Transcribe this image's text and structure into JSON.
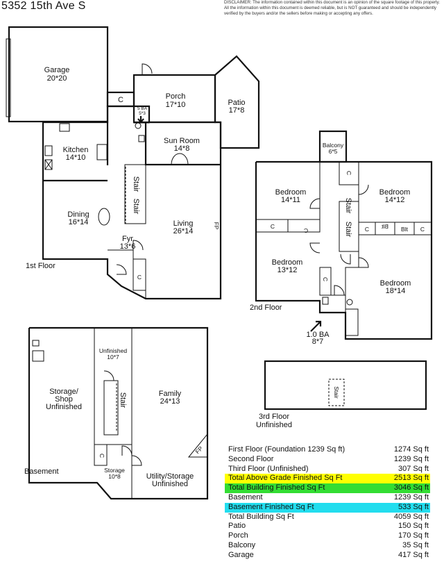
{
  "header": {
    "address": "5352 15th Ave S",
    "disclaimer": "DISCLAIMER: The information contained within this document is an opinion of the square footage of this property. All the information within this document is deemed reliable, but is NOT guaranteed and should be independently verified by the buyers and/or the sellers before making or accepting any offers."
  },
  "first_floor": {
    "label": "1st Floor",
    "garage": {
      "name": "Garage",
      "size": "20*20"
    },
    "porch": {
      "name": "Porch",
      "size": "17*10"
    },
    "patio": {
      "name": "Patio",
      "size": "17*8"
    },
    "bath": {
      "name": "5 BA",
      "size": "5*3"
    },
    "kitchen": {
      "name": "Kitchen",
      "size": "14*10"
    },
    "sunroom": {
      "name": "Sun Room",
      "size": "14*8"
    },
    "dining": {
      "name": "Dining",
      "size": "16*14"
    },
    "living": {
      "name": "Living",
      "size": "26*14"
    },
    "foyer": {
      "name": "Fyr",
      "size": "13*6"
    },
    "stair": "Stair",
    "fireplace": "FP",
    "closet": "C"
  },
  "second_floor": {
    "label": "2nd Floor",
    "balcony": {
      "name": "Balcony",
      "size": "6*5"
    },
    "bedroom_nw": {
      "name": "Bedroom",
      "size": "14*11"
    },
    "bedroom_ne": {
      "name": "Bedroom",
      "size": "14*12"
    },
    "bedroom_sw": {
      "name": "Bedroom",
      "size": "13*12"
    },
    "bedroom_se": {
      "name": "Bedroom",
      "size": "18*14"
    },
    "bath": {
      "name": "1.0 BA",
      "size": "8*7"
    },
    "stair": "Stair",
    "closet": "C",
    "built_in": "Blt"
  },
  "third_floor": {
    "label": "3rd Floor",
    "sublabel": "Unfinished",
    "stair": "Stair"
  },
  "basement": {
    "label": "Basement",
    "storage_shop": {
      "line1": "Storage/",
      "line2": "Shop",
      "line3": "Unfinished"
    },
    "unfinished": {
      "name": "Unfinished",
      "size": "10*7"
    },
    "family": {
      "name": "Family",
      "size": "24*13"
    },
    "storage": {
      "name": "Storage",
      "size": "10*8"
    },
    "utility": {
      "line1": "Utility/Storage",
      "line2": "Unfinished"
    },
    "stair": "Stair",
    "fireplace": "FP",
    "closet": "C"
  },
  "sqft_table": [
    {
      "label": "First Floor (Foundation 1239 Sq ft)",
      "value": "1274 Sq ft",
      "highlight": ""
    },
    {
      "label": "Second Floor",
      "value": "1239 Sq ft",
      "highlight": ""
    },
    {
      "label": "Third Floor (Unfinished)",
      "value": "307 Sq ft",
      "highlight": ""
    },
    {
      "label": "Total Above Grade Finished Sq Ft",
      "value": "2513 Sq ft",
      "highlight": "#ffff00"
    },
    {
      "label": "Total Building Finished Sq Ft",
      "value": "3046 Sq ft",
      "highlight": "#33dd33"
    },
    {
      "label": "Basement",
      "value": "1239 Sq ft",
      "highlight": ""
    },
    {
      "label": "Basement Finished Sq Ft",
      "value": "533 Sq ft",
      "highlight": "#22ddee"
    },
    {
      "label": "Total Building Sq Ft",
      "value": "4059 Sq ft",
      "highlight": ""
    },
    {
      "label": "Patio",
      "value": "150 Sq ft",
      "highlight": ""
    },
    {
      "label": "Porch",
      "value": "170 Sq ft",
      "highlight": ""
    },
    {
      "label": "Balcony",
      "value": "35 Sq ft",
      "highlight": ""
    },
    {
      "label": "Garage",
      "value": "417 Sq ft",
      "highlight": ""
    }
  ]
}
